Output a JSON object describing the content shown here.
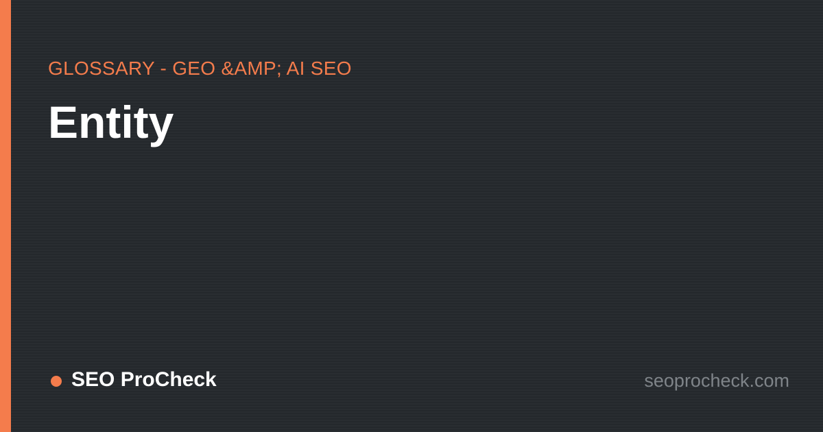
{
  "category": "GLOSSARY - GEO &AMP; AI SEO",
  "title": "Entity",
  "brand": {
    "name": "SEO ProCheck",
    "dot_icon": "circle-dot-icon"
  },
  "domain": "seoprocheck.com",
  "colors": {
    "accent": "#f47c4c",
    "background": "#272b2f",
    "title_text": "#ffffff",
    "domain_text": "#7f8489"
  }
}
